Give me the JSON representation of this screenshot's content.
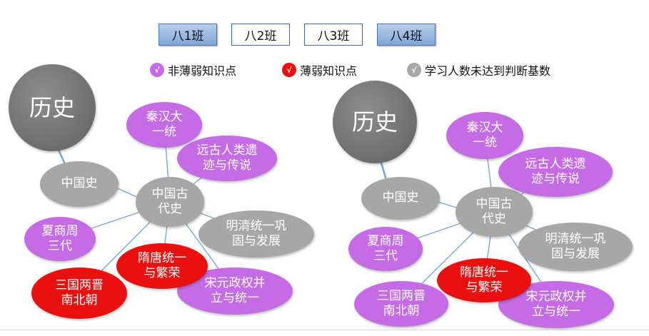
{
  "tabs": [
    {
      "label": "八1班",
      "active": true
    },
    {
      "label": "八2班",
      "active": false
    },
    {
      "label": "八3班",
      "active": false
    },
    {
      "label": "八4班",
      "active": true
    }
  ],
  "legend": [
    {
      "mark": "√",
      "label": "非薄弱知识点",
      "color": "#c66be6"
    },
    {
      "mark": "√",
      "label": "薄弱知识点",
      "color": "#ea1010"
    },
    {
      "mark": "√",
      "label": "学习人数未达到判断基数",
      "color": "#a7a7a7"
    }
  ],
  "colors": {
    "root": "#6f6f6f",
    "gray": "#a7a7a7",
    "purple": "#c66be6",
    "red": "#ea1010",
    "line": "#6ea6d8"
  },
  "diagrams": [
    {
      "root": "历史",
      "branch": "中国史",
      "center": "中国古\n代史",
      "topics": [
        {
          "label": "秦汉大\n一统",
          "status": "purple"
        },
        {
          "label": "远古人类遗\n迹与传说",
          "status": "purple"
        },
        {
          "label": "明清统一巩\n固与发展",
          "status": "gray"
        },
        {
          "label": "宋元政权并\n立与统一",
          "status": "purple"
        },
        {
          "label": "隋唐统一\n与繁荣",
          "status": "red"
        },
        {
          "label": "三国两晋\n南北朝",
          "status": "red"
        },
        {
          "label": "夏商周\n三代",
          "status": "purple"
        }
      ]
    },
    {
      "root": "历史",
      "branch": "中国史",
      "center": "中国古\n代史",
      "topics": [
        {
          "label": "秦汉大\n一统",
          "status": "purple"
        },
        {
          "label": "远古人类遗\n迹与传说",
          "status": "purple"
        },
        {
          "label": "明清统一巩\n固与发展",
          "status": "gray"
        },
        {
          "label": "宋元政权并\n立与统一",
          "status": "purple"
        },
        {
          "label": "隋唐统一\n与繁荣",
          "status": "red"
        },
        {
          "label": "三国两晋\n南北朝",
          "status": "purple"
        },
        {
          "label": "夏商周\n三代",
          "status": "purple"
        }
      ]
    }
  ]
}
